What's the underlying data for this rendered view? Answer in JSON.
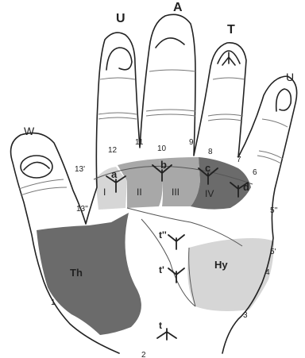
{
  "finger_patterns": {
    "thumb": "W",
    "index": "U",
    "middle": "A",
    "ring": "T",
    "little": "U"
  },
  "triradii": {
    "a": "a",
    "b": "b",
    "c": "c",
    "d": "d",
    "t": "t",
    "t_prime": "t'",
    "t_double_prime": "t''"
  },
  "interdigital_areas": [
    "I",
    "II",
    "III",
    "IV"
  ],
  "regions": {
    "thenar": "Th",
    "hypothenar": "Hy"
  },
  "margin_numbers": {
    "n1": "1",
    "n2": "2",
    "n3": "3",
    "n4": "4",
    "n5p": "5'",
    "n5pp": "5''",
    "n6": "6",
    "n7": "7",
    "n8": "8",
    "n9": "9",
    "n10": "10",
    "n11": "11",
    "n12": "12",
    "n13p": "13'",
    "n13pp": "13''"
  },
  "colors": {
    "dark_region": "#6b6b6b",
    "medium_region": "#a8a8a8",
    "light_region": "#d6d6d6",
    "outline": "#222222"
  }
}
